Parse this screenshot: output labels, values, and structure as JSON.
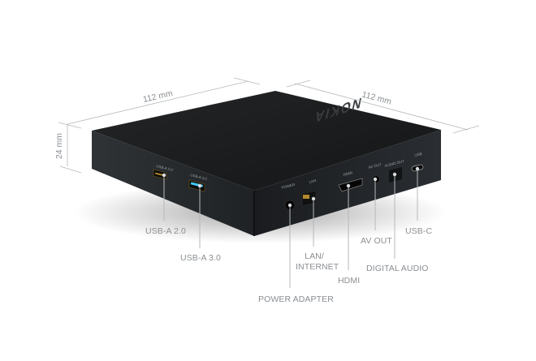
{
  "product": {
    "brand_logo": "NOKIA",
    "colors": {
      "top_surface": "#1c1d1f",
      "side_left": "#2a2d30",
      "side_right": "#1e2124",
      "usb3_accent": "#3ec8f5",
      "label_text": "#8a8e92",
      "leader_line": "#b4b8bb"
    }
  },
  "dimensions": {
    "width_left": "112 mm",
    "width_right": "112 mm",
    "height": "24 mm"
  },
  "port_silkscreen": {
    "usb_a2": "USB-A 2.0",
    "usb_a3": "USB-A 3.0",
    "power": "POWER",
    "lan": "LAN",
    "hdmi": "HDMI",
    "av_out": "AV OUT",
    "audio_out": "AUDIO OUT",
    "usb": "USB"
  },
  "callouts": {
    "usb_a2": "USB-A 2.0",
    "usb_a3": "USB-A 3.0",
    "power_adapter": "POWER ADAPTER",
    "lan_line1": "LAN/",
    "lan_line2": "INTERNET",
    "hdmi": "HDMI",
    "av_out": "AV OUT",
    "digital_audio": "DIGITAL AUDIO",
    "usb_c": "USB-C"
  }
}
